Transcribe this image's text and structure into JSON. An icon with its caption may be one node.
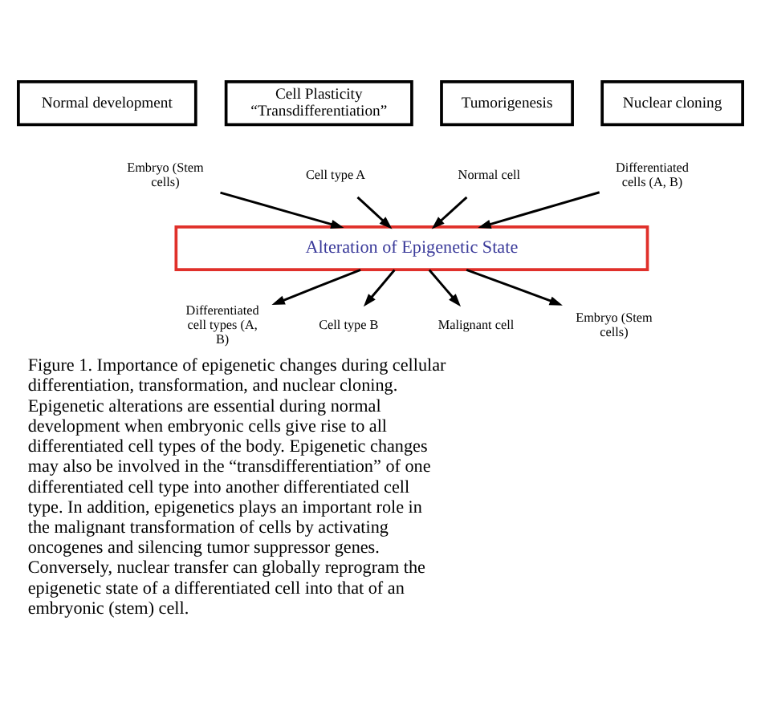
{
  "diagram": {
    "caption": "Figure 1. Importance of epigenetic changes during cellular differentiation, transformation, and nuclear cloning. Epigenetic alterations are essential during normal development when embryonic cells give rise to all differentiated cell types of the body. Epigenetic changes may also be involved in the “transdifferentiation” of one differentiated cell type into another differentiated cell type. In addition, epigenetics plays an important role in the malignant transformation of cells by activating oncogenes and silencing tumor suppressor genes. Conversely, nuclear transfer can globally reprogram the epigenetic state of a differentiated cell into that of an embryonic (stem) cell.",
    "nodes": [
      {
        "text": [
          "Normal development"
        ]
      },
      {
        "text": [
          "Cell Plasticity",
          "“Transdifferentiation”"
        ]
      },
      {
        "text": [
          "Tumorigenesis"
        ]
      },
      {
        "text": [
          "Nuclear cloning"
        ]
      },
      {
        "text": [
          "Embryo (Stem cells)"
        ]
      },
      {
        "text": [
          "Cell type A"
        ]
      },
      {
        "text": [
          "Normal cell"
        ]
      },
      {
        "text": [
          "Differentiated cells (A, B)"
        ]
      },
      {
        "text": [
          "Alteration of Epigenetic State"
        ]
      },
      {
        "text": [
          "Differentiated cell types (A, B)"
        ]
      },
      {
        "text": [
          "Cell type B"
        ]
      },
      {
        "text": [
          "Malignant cell"
        ]
      },
      {
        "text": [
          "Embryo (Stem cells)"
        ]
      }
    ],
    "edges": [
      {
        "from": 4,
        "to": 8,
        "arrow": "to"
      },
      {
        "from": 5,
        "to": 8,
        "arrow": "to"
      },
      {
        "from": 6,
        "to": 8,
        "arrow": "to"
      },
      {
        "from": 7,
        "to": 8,
        "arrow": "to"
      },
      {
        "from": 8,
        "to": 9,
        "arrow": "to"
      },
      {
        "from": 8,
        "to": 10,
        "arrow": "to"
      },
      {
        "from": 8,
        "to": 11,
        "arrow": "to"
      },
      {
        "from": 8,
        "to": 12,
        "arrow": "to"
      }
    ]
  }
}
